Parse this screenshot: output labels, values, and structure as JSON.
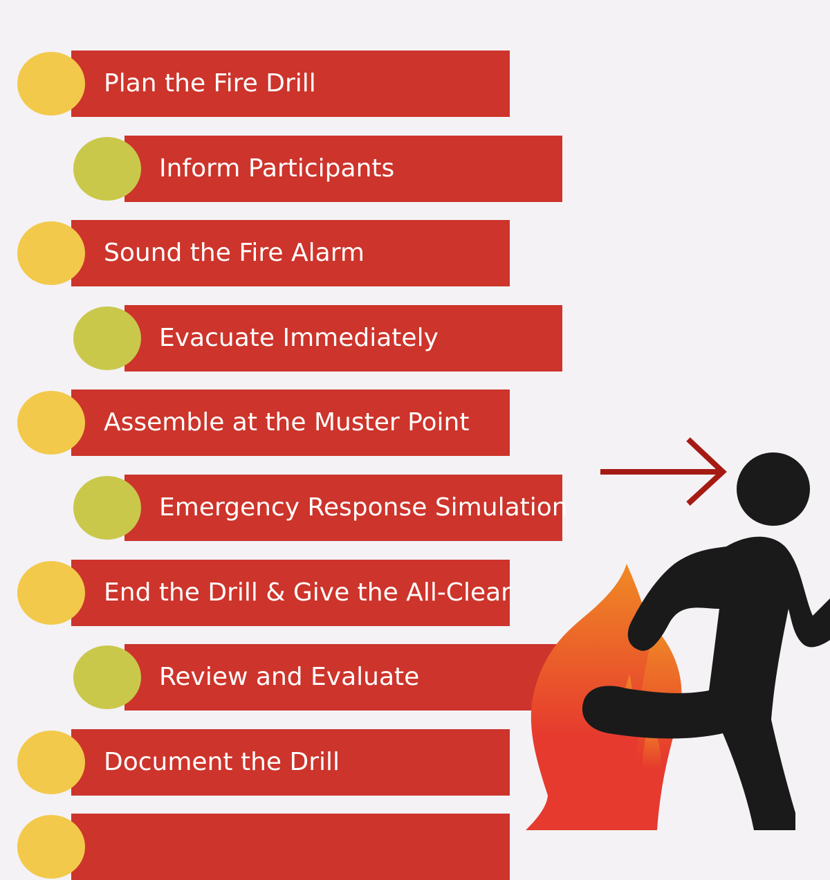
{
  "steps": [
    {
      "label": "Plan the Fire Drill",
      "level": 1
    },
    {
      "label": "Inform Participants",
      "level": 2
    },
    {
      "label": "Sound the Fire Alarm",
      "level": 1
    },
    {
      "label": "Evacuate Immediately",
      "level": 2
    },
    {
      "label": "Assemble at the Muster Point",
      "level": 1
    },
    {
      "label": "Emergency Response Simulation",
      "level": 2
    },
    {
      "label": "End the Drill & Give the All-Clear",
      "level": 1
    },
    {
      "label": "Review and Evaluate",
      "level": 2
    },
    {
      "label": "Document the Drill",
      "level": 1
    }
  ],
  "colors": {
    "background": "#f4f2f5",
    "bar": "#cd342b",
    "dot_level1": "#f2c94a",
    "dot_level2": "#c9c84b",
    "arrow": "#a51b14",
    "person": "#1a1a1a",
    "flame_top": "#f08a25",
    "flame_bottom": "#e63a2e"
  },
  "icons": [
    "running-person-icon",
    "flame-icon",
    "exit-arrow-icon"
  ]
}
